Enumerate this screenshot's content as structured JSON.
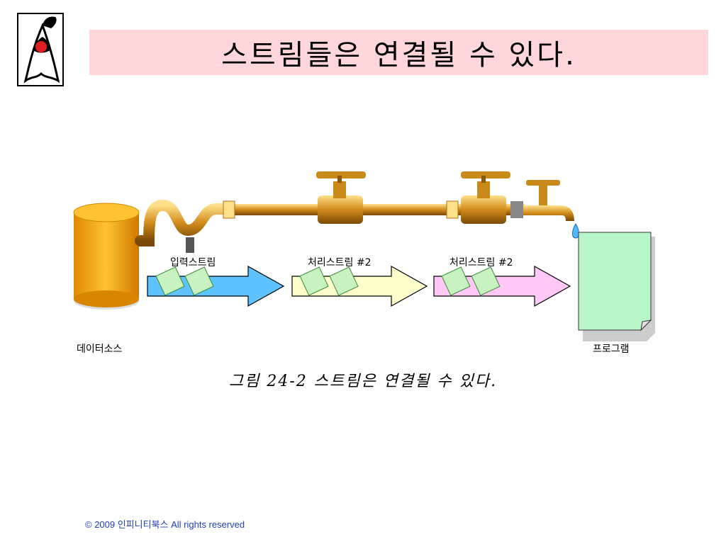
{
  "slide": {
    "title": "스트림들은 연결될 수 있다.",
    "caption": "그림 24-2 스트림은 연결될 수 있다.",
    "footer": "© 2009 인피니티북스  All rights reserved"
  },
  "diagram": {
    "source_label": "데이터소스",
    "target_label": "프로그램",
    "streams": [
      {
        "label": "입력스트림",
        "color": "#5fc3ff"
      },
      {
        "label": "처리스트림 #2",
        "color": "#ffffcc"
      },
      {
        "label": "처리스트림 #2",
        "color": "#ffc8f5"
      }
    ],
    "colors": {
      "tank": "#f9a825",
      "pipe": "#d08a1a",
      "paper": "#b8f5c8",
      "packet": "#c8f2c0",
      "title_bg": "#ffd6da"
    }
  }
}
